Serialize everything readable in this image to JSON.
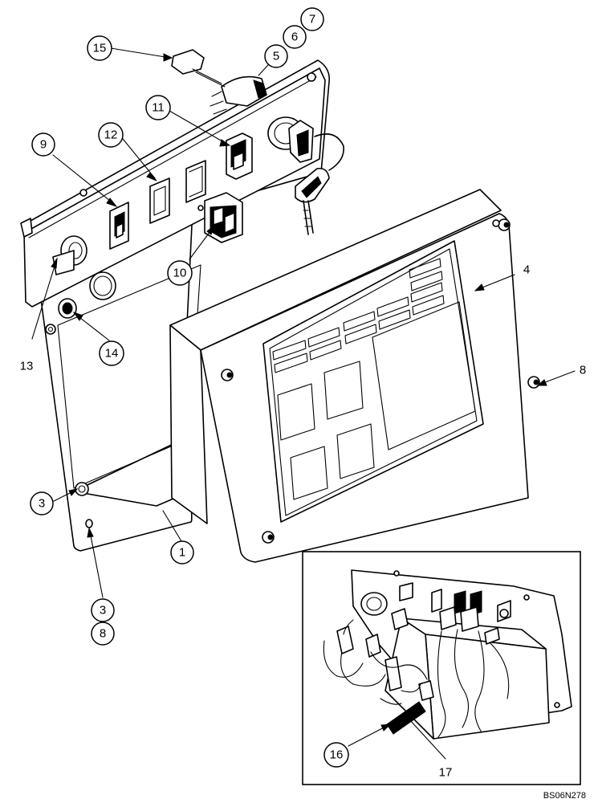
{
  "callouts": [
    {
      "id": "c1",
      "label": "1"
    },
    {
      "id": "c3a",
      "label": "3"
    },
    {
      "id": "c3b",
      "label": "3"
    },
    {
      "id": "c5",
      "label": "5"
    },
    {
      "id": "c6",
      "label": "6"
    },
    {
      "id": "c7",
      "label": "7"
    },
    {
      "id": "c8b",
      "label": "8"
    },
    {
      "id": "c9",
      "label": "9"
    },
    {
      "id": "c10",
      "label": "10"
    },
    {
      "id": "c11",
      "label": "11"
    },
    {
      "id": "c12",
      "label": "12"
    },
    {
      "id": "c14",
      "label": "14"
    },
    {
      "id": "c15",
      "label": "15"
    },
    {
      "id": "c16",
      "label": "16"
    }
  ],
  "plain_labels": [
    {
      "id": "p4",
      "label": "4"
    },
    {
      "id": "p8",
      "label": "8"
    },
    {
      "id": "p13",
      "label": "13"
    },
    {
      "id": "p17",
      "label": "17"
    }
  ],
  "drawing_id": "BS06N278"
}
